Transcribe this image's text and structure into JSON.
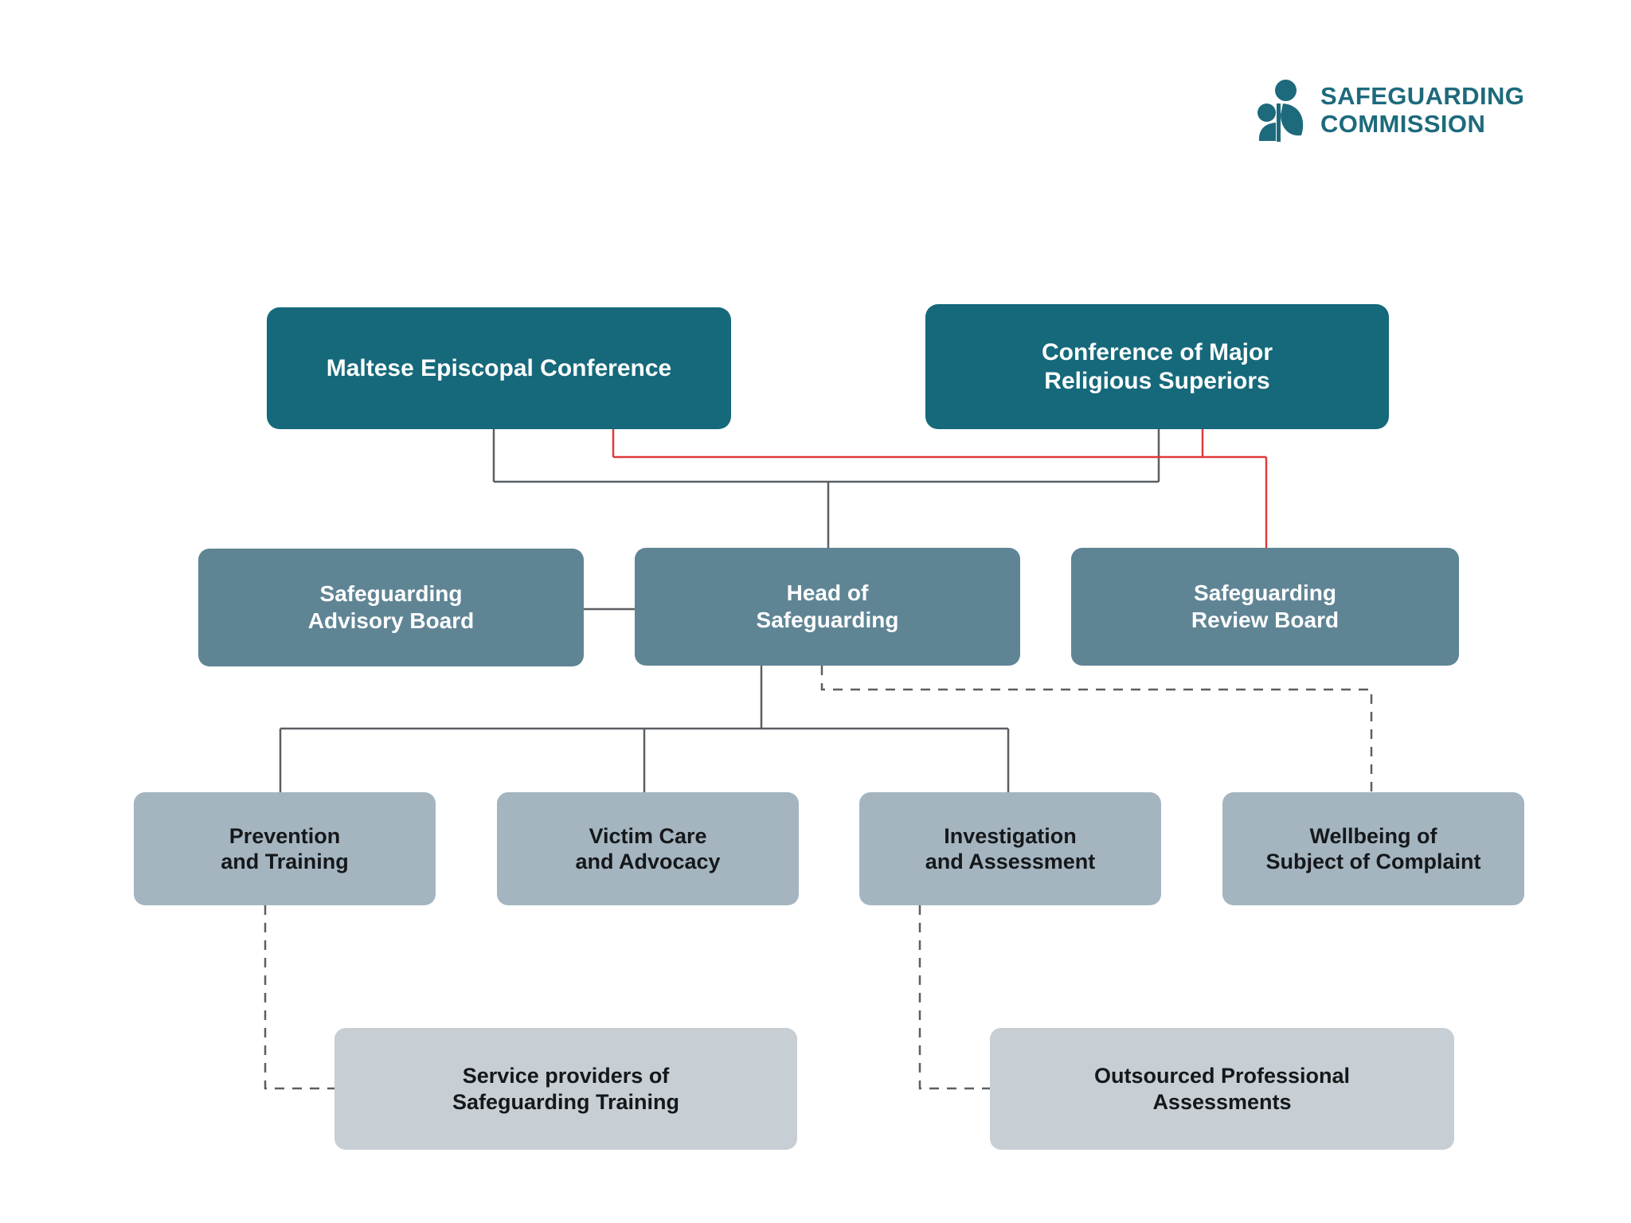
{
  "brand": {
    "logo_icon": "safeguarding-figure-leaf-icon",
    "line1": "SAFEGUARDING",
    "line2": "COMMISSION",
    "color": "#1d6a7c"
  },
  "palette": {
    "background": "#ffffff",
    "tier_top": "#15697b",
    "tier_mid": "#5f8595",
    "tier_function": "#a4b5c0",
    "tier_external": "#c7ced4",
    "connector_solid": "#5a5f63",
    "connector_accent": "#e03a3a",
    "connector_dashed": "#5a5f63",
    "text_light": "#ffffff",
    "text_dark": "#15181a"
  },
  "chart_data": {
    "type": "diagram",
    "subtype": "organisational-chart",
    "title": "Safeguarding Commission organisational structure",
    "nodes": [
      {
        "id": "mec",
        "label": "Maltese Episcopal Conference",
        "tier": 1,
        "style": "teal"
      },
      {
        "id": "cmrs",
        "label": "Conference of Major\nReligious Superiors",
        "tier": 1,
        "style": "teal"
      },
      {
        "id": "sab",
        "label": "Safeguarding\nAdvisory Board",
        "tier": 2,
        "style": "slate"
      },
      {
        "id": "hos",
        "label": "Head of\nSafeguarding",
        "tier": 2,
        "style": "slate"
      },
      {
        "id": "srb",
        "label": "Safeguarding\nReview Board",
        "tier": 2,
        "style": "slate"
      },
      {
        "id": "pt",
        "label": "Prevention\nand Training",
        "tier": 3,
        "style": "light"
      },
      {
        "id": "vca",
        "label": "Victim Care\nand Advocacy",
        "tier": 3,
        "style": "light"
      },
      {
        "id": "ia",
        "label": "Investigation\nand Assessment",
        "tier": 3,
        "style": "light"
      },
      {
        "id": "wsc",
        "label": "Wellbeing of\nSubject of Complaint",
        "tier": 3,
        "style": "light"
      },
      {
        "id": "sps",
        "label": "Service providers of\nSafeguarding Training",
        "tier": 4,
        "style": "pale"
      },
      {
        "id": "opa",
        "label": "Outsourced Professional\nAssessments",
        "tier": 4,
        "style": "pale"
      }
    ],
    "edges": [
      {
        "from": "mec",
        "to": "hos",
        "line": "solid"
      },
      {
        "from": "cmrs",
        "to": "hos",
        "line": "solid"
      },
      {
        "from": "mec",
        "to": "srb",
        "line": "solid-accent"
      },
      {
        "from": "cmrs",
        "to": "srb",
        "line": "solid-accent"
      },
      {
        "from": "sab",
        "to": "hos",
        "line": "solid"
      },
      {
        "from": "hos",
        "to": "pt",
        "line": "solid"
      },
      {
        "from": "hos",
        "to": "vca",
        "line": "solid"
      },
      {
        "from": "hos",
        "to": "ia",
        "line": "solid"
      },
      {
        "from": "hos",
        "to": "wsc",
        "line": "dashed"
      },
      {
        "from": "pt",
        "to": "sps",
        "line": "dashed"
      },
      {
        "from": "ia",
        "to": "opa",
        "line": "dashed"
      }
    ]
  },
  "nodes": {
    "mec": {
      "label": "Maltese Episcopal Conference"
    },
    "cmrs": {
      "label": "Conference of Major\nReligious Superiors"
    },
    "sab": {
      "label": "Safeguarding\nAdvisory Board"
    },
    "hos": {
      "label": "Head of\nSafeguarding"
    },
    "srb": {
      "label": "Safeguarding\nReview Board"
    },
    "pt": {
      "label": "Prevention\nand Training"
    },
    "vca": {
      "label": "Victim Care\nand Advocacy"
    },
    "ia": {
      "label": "Investigation\nand Assessment"
    },
    "wsc": {
      "label": "Wellbeing of\nSubject of Complaint"
    },
    "sps": {
      "label": "Service providers of\nSafeguarding Training"
    },
    "opa": {
      "label": "Outsourced Professional\nAssessments"
    }
  }
}
